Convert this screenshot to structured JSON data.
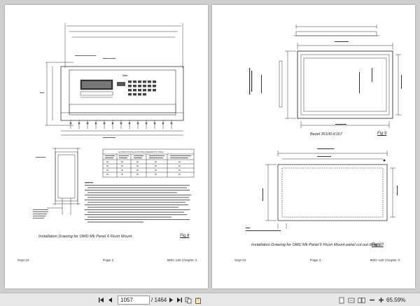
{
  "left_page": {
    "caption": "Installation Drawing for OMD Mk Panel 6 Flush Mount",
    "fig_label": "Fig 8",
    "table_title": "SYSTEM INSTALLATION REQUIREMENTS TABLE",
    "brand_mark": "Gent",
    "footer_left": "Sept 04",
    "footer_center": "Page 2",
    "footer_right": "6MG-120 Chapter 3"
  },
  "right_page": {
    "caption_bezel": "Bezel 35100-K167",
    "fig_label_9": "Fig 9",
    "caption_main": "Installation Drawing for OMD Mk Panel 6 Flush Mount panel cut out details",
    "fig_label_10": "Fig 10",
    "footer_left": "Sept 04",
    "footer_center": "Page 3",
    "footer_right": "6MG-120 Chapter 3"
  },
  "toolbar": {
    "current_page": "1057",
    "total_pages": "/ 1464",
    "zoom": "65.59%",
    "icons": [
      "first-page-icon",
      "previous-page-icon",
      "next-page-icon",
      "last-page-icon",
      "copy-icon",
      "paste-icon",
      "fit-page-icon",
      "fit-width-icon",
      "two-page-icon",
      "zoom-out-icon",
      "zoom-in-icon"
    ]
  }
}
